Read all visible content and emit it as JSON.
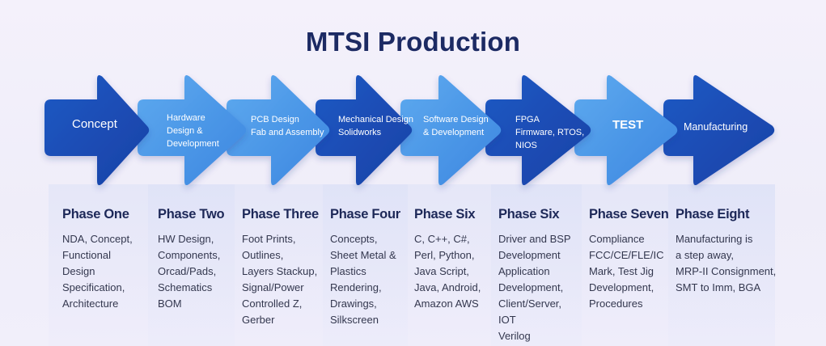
{
  "title": "MTSI Production",
  "colors": {
    "dark_blue": "#1a4fb8",
    "light_blue": "#4a9be8",
    "title": "#1c2a63"
  },
  "arrows": [
    {
      "label": "Concept",
      "tone": "dark"
    },
    {
      "label": "Hardware\nDesign &\nDevelopment",
      "tone": "light"
    },
    {
      "label": "PCB Design\nFab and Assembly",
      "tone": "light"
    },
    {
      "label": "Mechanical Design\nSolidworks",
      "tone": "dark"
    },
    {
      "label": "Software Design\n& Development",
      "tone": "light"
    },
    {
      "label": "FPGA\nFirmware, RTOS,\nNIOS",
      "tone": "dark"
    },
    {
      "label": "TEST",
      "tone": "light"
    },
    {
      "label": "Manufacturing",
      "tone": "dark"
    }
  ],
  "phases": [
    {
      "title": "Phase One",
      "items": [
        "NDA, Concept,",
        "Functional",
        "Design",
        "Specification,",
        "Architecture"
      ]
    },
    {
      "title": "Phase Two",
      "items": [
        "HW Design,",
        "Components,",
        "Orcad/Pads,",
        "Schematics",
        "BOM"
      ]
    },
    {
      "title": "Phase Three",
      "items": [
        "Foot Prints,",
        "Outlines,",
        "Layers Stackup,",
        "Signal/Power",
        "Controlled Z,",
        "Gerber"
      ]
    },
    {
      "title": "Phase Four",
      "items": [
        "Concepts,",
        "Sheet Metal &",
        "Plastics",
        "Rendering,",
        "Drawings,",
        "Silkscreen"
      ]
    },
    {
      "title": "Phase Six",
      "items": [
        "C, C++, C#,",
        "Perl, Python,",
        "Java Script,",
        "Java, Android,",
        "Amazon AWS"
      ]
    },
    {
      "title": "Phase Six",
      "items": [
        "Driver and BSP",
        "Development",
        "Application",
        "Development,",
        "Client/Server,",
        "IOT",
        "Verilog"
      ]
    },
    {
      "title": "Phase Seven",
      "items": [
        "Compliance",
        "FCC/CE/FLE/IC",
        "Mark, Test Jig",
        "Development,",
        "Procedures"
      ]
    },
    {
      "title": "Phase Eight",
      "items": [
        "Manufacturing is",
        "a step away,",
        "MRP-II Consignment,",
        "SMT to Imm, BGA"
      ]
    }
  ]
}
